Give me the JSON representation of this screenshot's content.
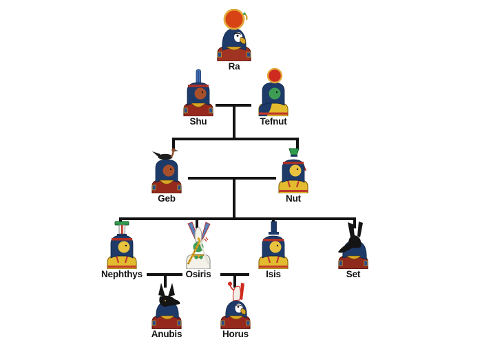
{
  "diagram": {
    "kind": "family-tree",
    "subject": "Egyptian gods genealogy",
    "line_color": "#131313",
    "background": "#ffffff"
  },
  "colors": {
    "wig_navy": "#1E3A68",
    "body_red": "#96291D",
    "male_skin": "#A8502C",
    "female_skin": "#E9C23F",
    "dress_yellow": "#E3BB2F",
    "gold": "#D9A425",
    "sun_disc_orange": "#D84315",
    "sun_disc_red": "#CF2A20",
    "green": "#3E9C55",
    "mummy_white": "#F4F1E8",
    "black_head": "#141414"
  },
  "nodes": {
    "ra": {
      "label": "Ra",
      "icon": "falcon-sun-disc-god-icon"
    },
    "shu": {
      "label": "Shu",
      "icon": "feather-crown-god-icon"
    },
    "tefnut": {
      "label": "Tefnut",
      "icon": "lioness-sun-disc-goddess-icon"
    },
    "geb": {
      "label": "Geb",
      "icon": "goose-crown-god-icon"
    },
    "nut": {
      "label": "Nut",
      "icon": "water-pot-goddess-icon"
    },
    "nephthys": {
      "label": "Nephthys",
      "icon": "basket-house-goddess-icon"
    },
    "osiris": {
      "label": "Osiris",
      "icon": "mummy-atef-crown-god-icon"
    },
    "isis": {
      "label": "Isis",
      "icon": "throne-crown-goddess-icon"
    },
    "set": {
      "label": "Set",
      "icon": "set-animal-god-icon"
    },
    "anubis": {
      "label": "Anubis",
      "icon": "jackal-head-god-icon"
    },
    "horus": {
      "label": "Horus",
      "icon": "falcon-red-crown-god-icon"
    }
  },
  "relationships": {
    "root": "Ra",
    "couples": [
      {
        "partners": [
          "Shu",
          "Tefnut"
        ],
        "children": [
          "Geb",
          "Nut"
        ]
      },
      {
        "partners": [
          "Geb",
          "Nut"
        ],
        "children": [
          "Nephthys",
          "Osiris",
          "Isis",
          "Set"
        ]
      },
      {
        "partners": [
          "Nephthys",
          "Osiris"
        ],
        "children": [
          "Anubis"
        ]
      },
      {
        "partners": [
          "Osiris",
          "Isis"
        ],
        "children": [
          "Horus"
        ]
      }
    ]
  }
}
